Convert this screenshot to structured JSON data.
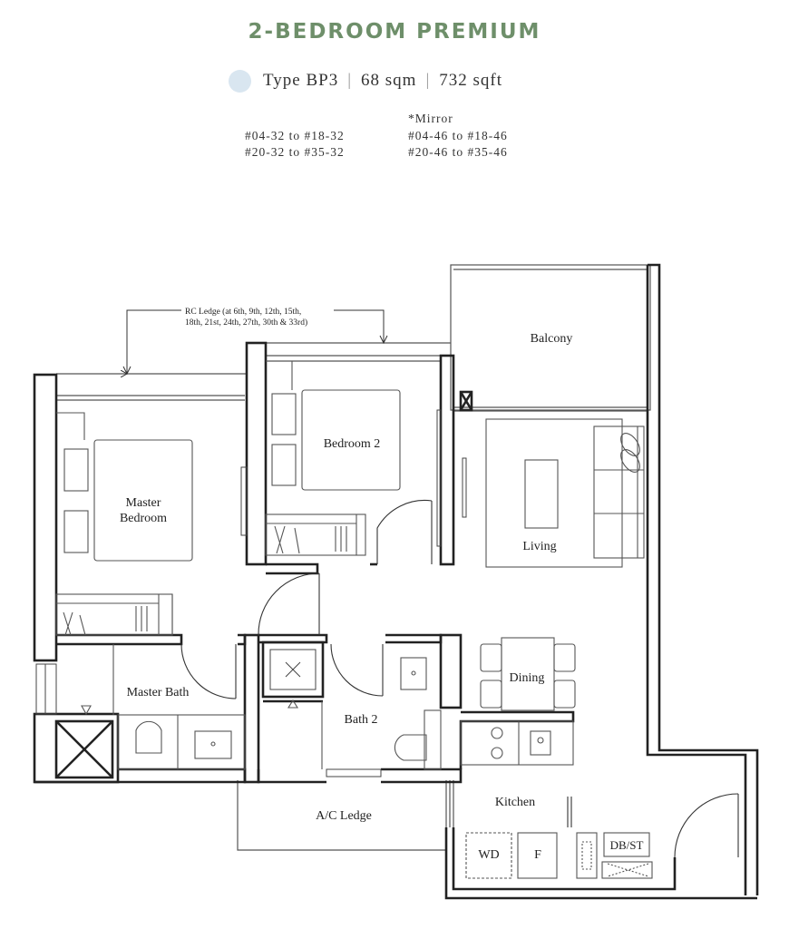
{
  "header": {
    "title": "2-BEDROOM PREMIUM",
    "type": "Type BP3",
    "area_sqm": "68 sqm",
    "area_sqft": "732 sqft",
    "type_color": "#d9e6f0",
    "title_color": "#6e8f6a"
  },
  "units": {
    "left": [
      "#04-32 to #18-32",
      "#20-32 to #35-32"
    ],
    "mirror_label": "*Mirror",
    "right": [
      "#04-46 to #18-46",
      "#20-46 to #35-46"
    ]
  },
  "rooms": {
    "balcony": "Balcony",
    "bedroom2": "Bedroom 2",
    "master_bedroom_line1": "Master",
    "master_bedroom_line2": "Bedroom",
    "living": "Living",
    "dining": "Dining",
    "master_bath": "Master Bath",
    "bath2": "Bath 2",
    "kitchen": "Kitchen",
    "ac_ledge": "A/C Ledge",
    "wd": "WD",
    "fridge": "F",
    "dbst": "DB/ST"
  },
  "rc_ledge": {
    "line1": "RC Ledge (at 6th, 9th, 12th, 15th,",
    "line2": "18th, 21st, 24th, 27th, 30th & 33rd)"
  }
}
